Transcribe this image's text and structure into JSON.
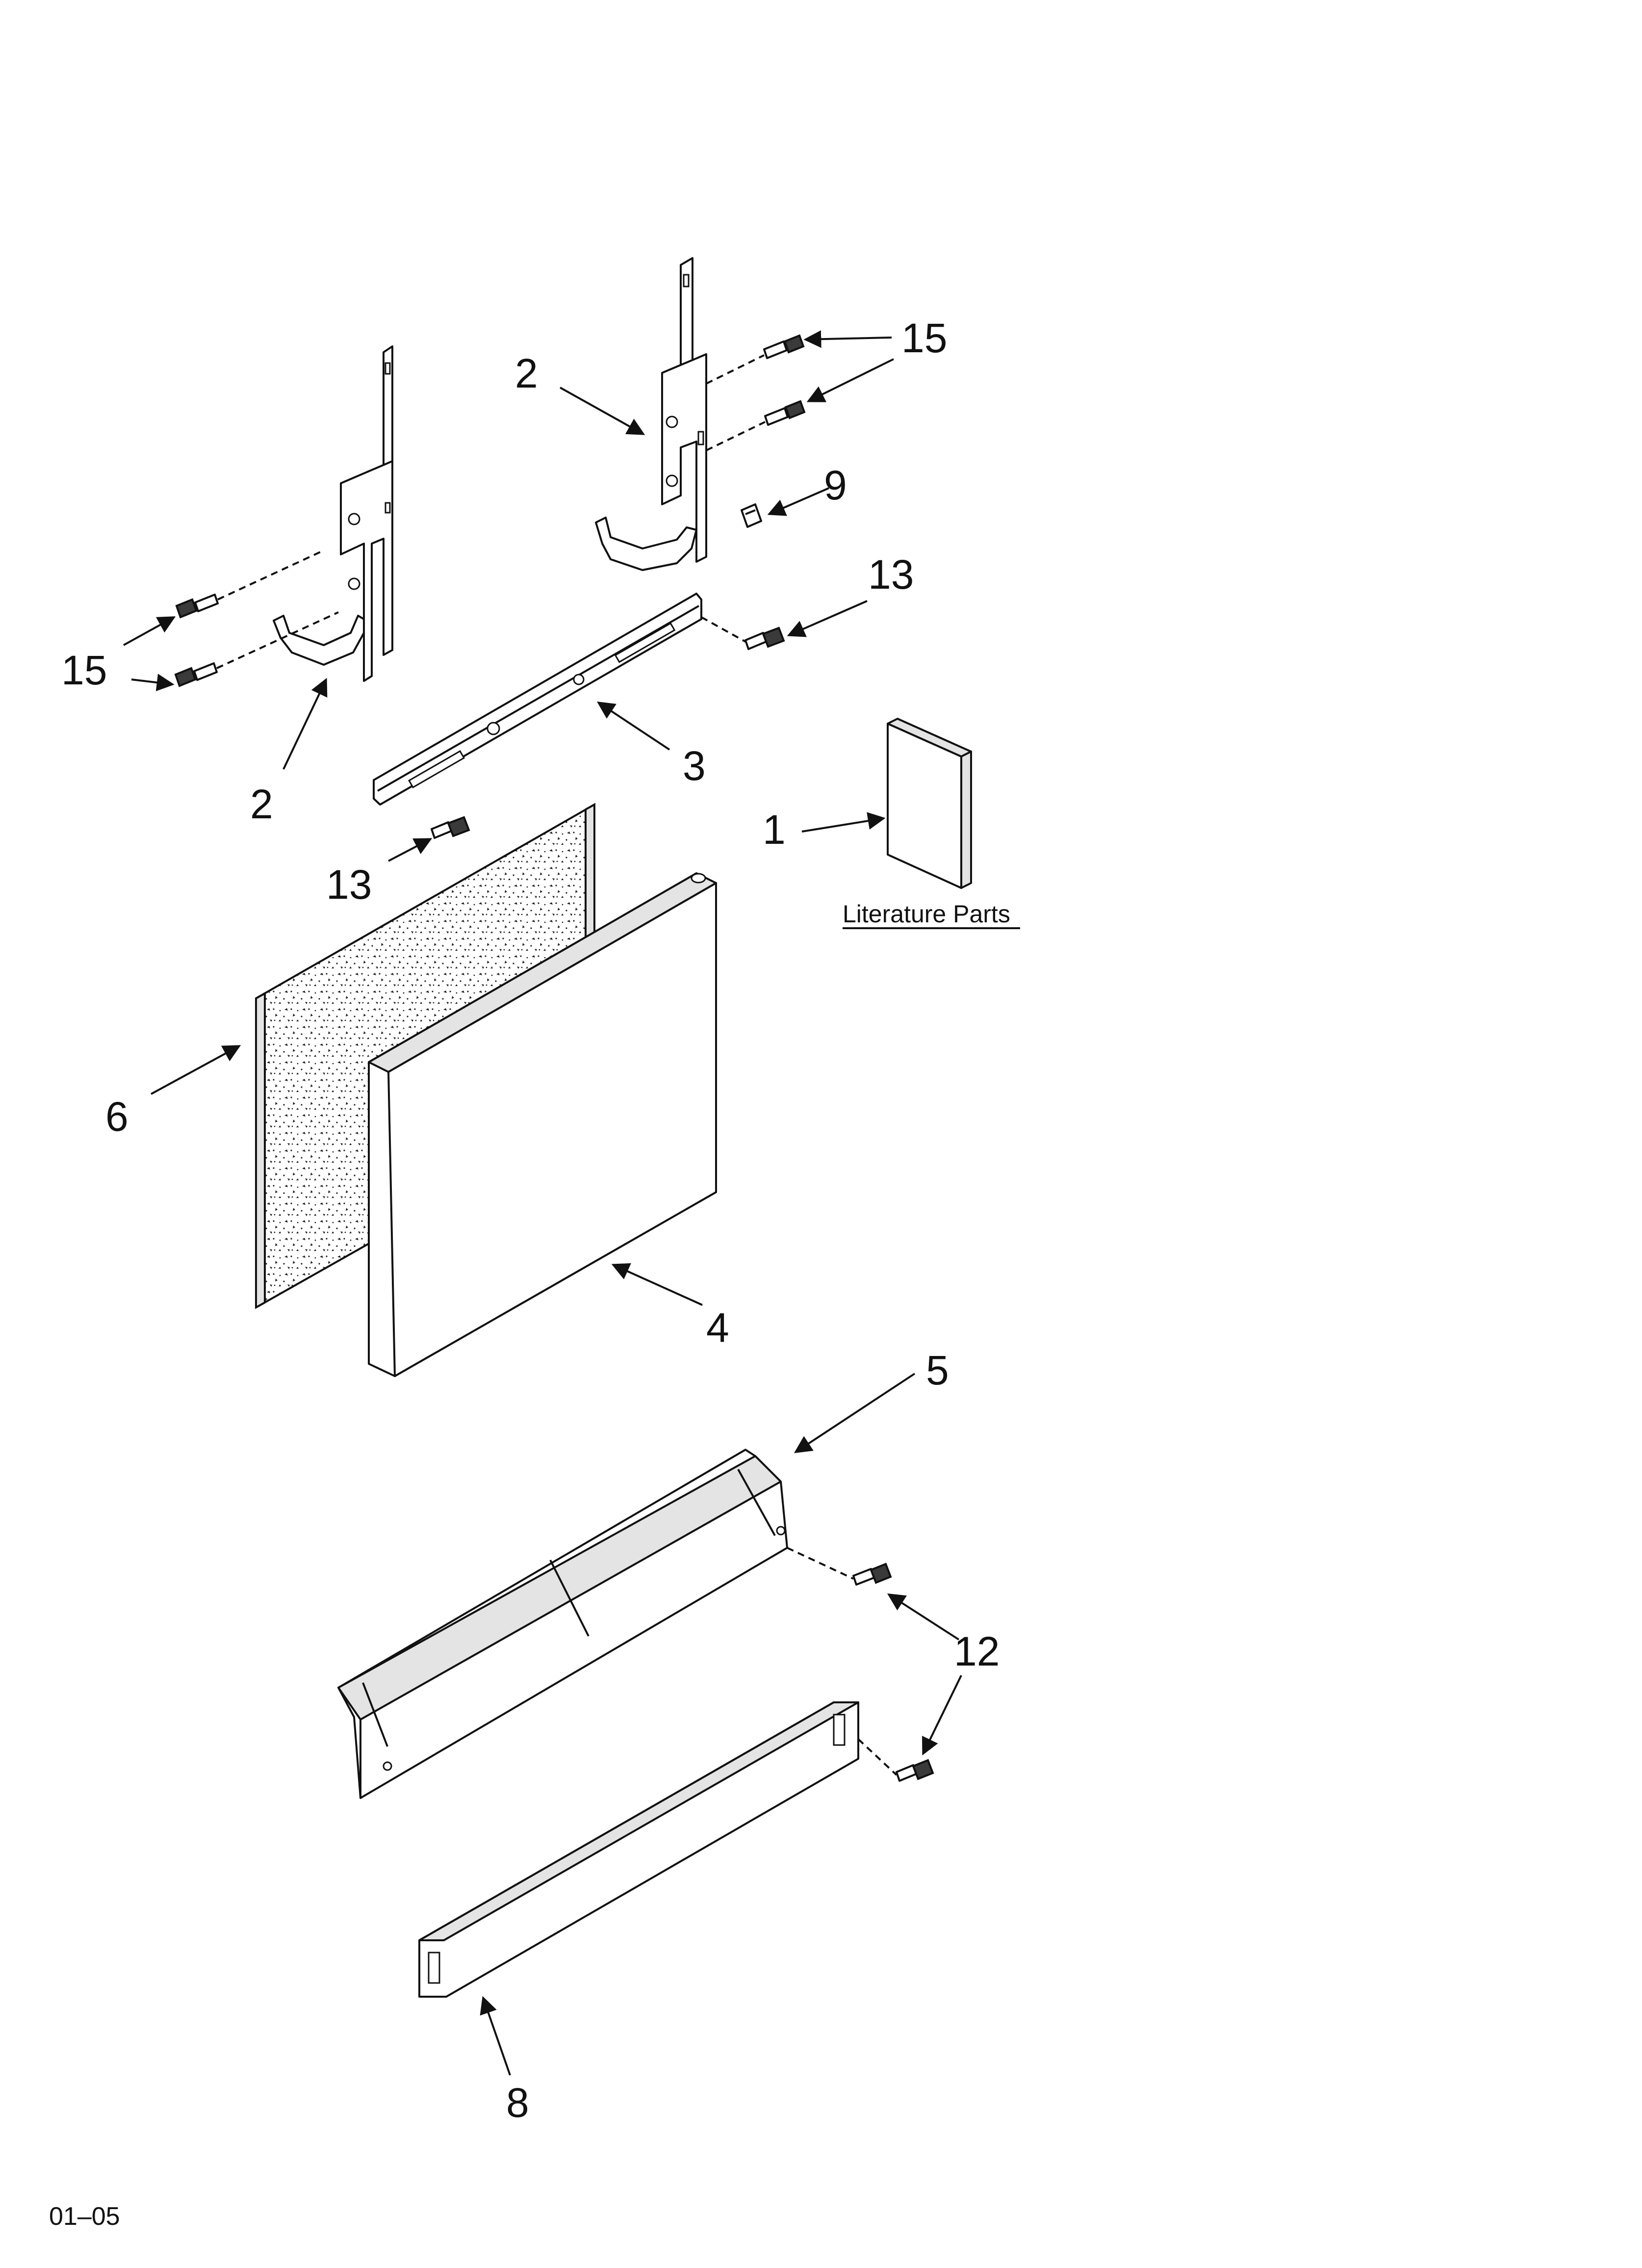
{
  "diagram": {
    "type": "exploded-parts-view",
    "callouts": {
      "c1": "1",
      "c2a": "2",
      "c2b": "2",
      "c3": "3",
      "c4": "4",
      "c5": "5",
      "c6": "6",
      "c8": "8",
      "c9": "9",
      "c12": "12",
      "c13a": "13",
      "c13b": "13",
      "c15a": "15",
      "c15b": "15"
    },
    "literature_label": "Literature Parts",
    "footer_code": "01–05"
  }
}
